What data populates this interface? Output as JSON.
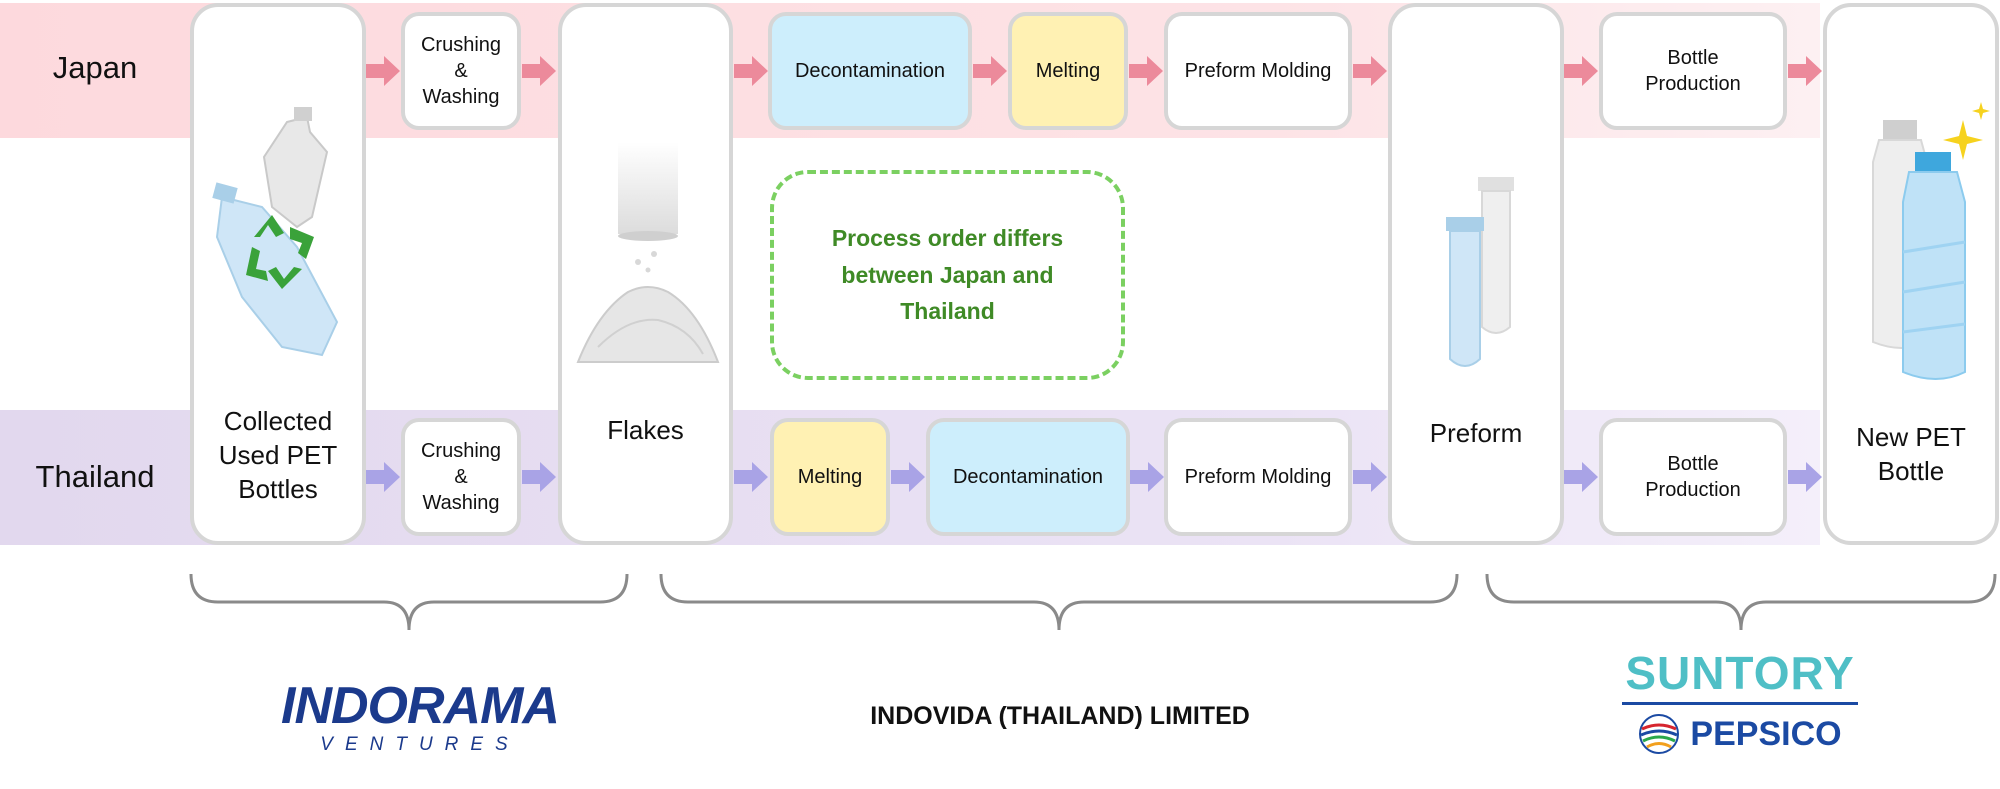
{
  "rows": {
    "japan": {
      "label": "Japan"
    },
    "thailand": {
      "label": "Thailand"
    }
  },
  "stages": {
    "collected": "Collected\nUsed PET\nBottles",
    "flakes": "Flakes",
    "preform": "Preform",
    "new_bottle": "New PET\nBottle"
  },
  "japan_steps": {
    "crushing": "Crushing\n&\nWashing",
    "decontamination": "Decontamination",
    "melting": "Melting",
    "preform_molding": "Preform Molding",
    "bottle_production": "Bottle\nProduction"
  },
  "thailand_steps": {
    "crushing": "Crushing\n&\nWashing",
    "melting": "Melting",
    "decontamination": "Decontamination",
    "preform_molding": "Preform Molding",
    "bottle_production": "Bottle\nProduction"
  },
  "note": "Process order differs\nbetween Japan and\nThailand",
  "companies": {
    "indorama_top": "INDORAMA",
    "indorama_bottom": "VENTURES",
    "indovida": "INDOVIDA (THAILAND) LIMITED",
    "suntory": "SUNTORY",
    "pepsico": "PEPSICO"
  },
  "colors": {
    "japan_band": "#fdd9dd",
    "thailand_band": "#e2d8ee",
    "japan_arrow": "#ec8a9b",
    "thailand_arrow": "#a9a3e6",
    "decontamination_fill": "#cdeefc",
    "melting_fill": "#fff1b3",
    "note_border": "#7bd061",
    "note_text": "#3f8a26",
    "indorama_blue": "#1b3a8c",
    "suntory_teal": "#4fbfc6",
    "pepsico_blue": "#1b4aa3"
  }
}
